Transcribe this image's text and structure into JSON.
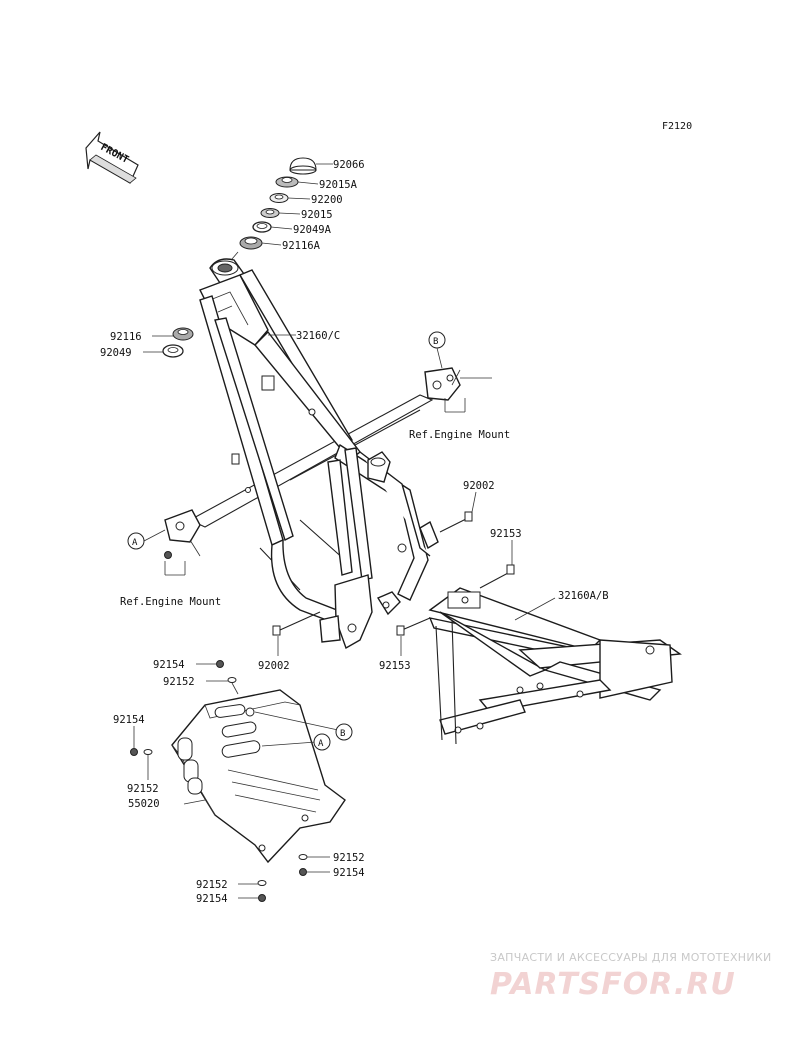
{
  "figure_code": "F2120",
  "front_arrow": "FRONT",
  "labels": {
    "p92066": "92066",
    "p92015A": "92015A",
    "p92200": "92200",
    "p92015": "92015",
    "p92049A": "92049A",
    "p92116A": "92116A",
    "p92116": "92116",
    "p92049": "92049",
    "p32160C": "32160/C",
    "p92002_right": "92002",
    "p92153_right": "92153",
    "p32160AB": "32160A/B",
    "p92002_bottom": "92002",
    "p92153_bottom": "92153",
    "p92154_a": "92154",
    "p92152_a": "92152",
    "p92154_b": "92154",
    "p92152_b": "92152",
    "p55020": "55020",
    "p92152_c": "92152",
    "p92154_c": "92154",
    "p92152_d": "92152",
    "p92154_d": "92154",
    "ref_engine_mount_b": "Ref.Engine Mount",
    "ref_engine_mount_a": "Ref.Engine Mount",
    "callout_a": "A",
    "callout_b": "B",
    "callout_a2": "A",
    "callout_b2": "B"
  },
  "watermark": {
    "tagline": "ЗАПЧАСТИ И АКСЕССУАРЫ ДЛЯ МОТОТЕХНИКИ",
    "brand": "PARTSFOR.RU"
  }
}
